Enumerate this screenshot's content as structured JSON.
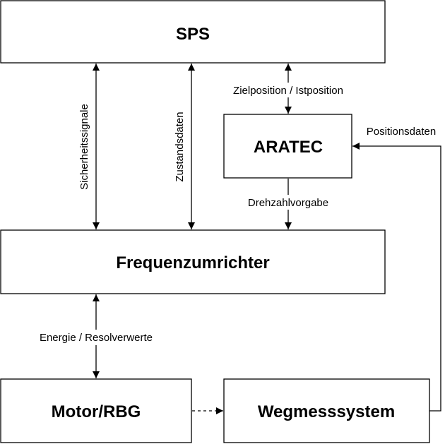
{
  "blocks": {
    "sps": "SPS",
    "aratec": "ARATEC",
    "frequenzumrichter": "Frequenzumrichter",
    "motor": "Motor/RBG",
    "wegmesssystem": "Wegmesssystem"
  },
  "edges": {
    "sicherheitssignale": "Sicherheitssignale",
    "zustandsdaten": "Zustandsdaten",
    "zielposition": "Zielposition / Istposition",
    "drehzahlvorgabe": "Drehzahlvorgabe",
    "positionsdaten": "Positionsdaten",
    "energie": "Energie / Resolverwerte"
  }
}
